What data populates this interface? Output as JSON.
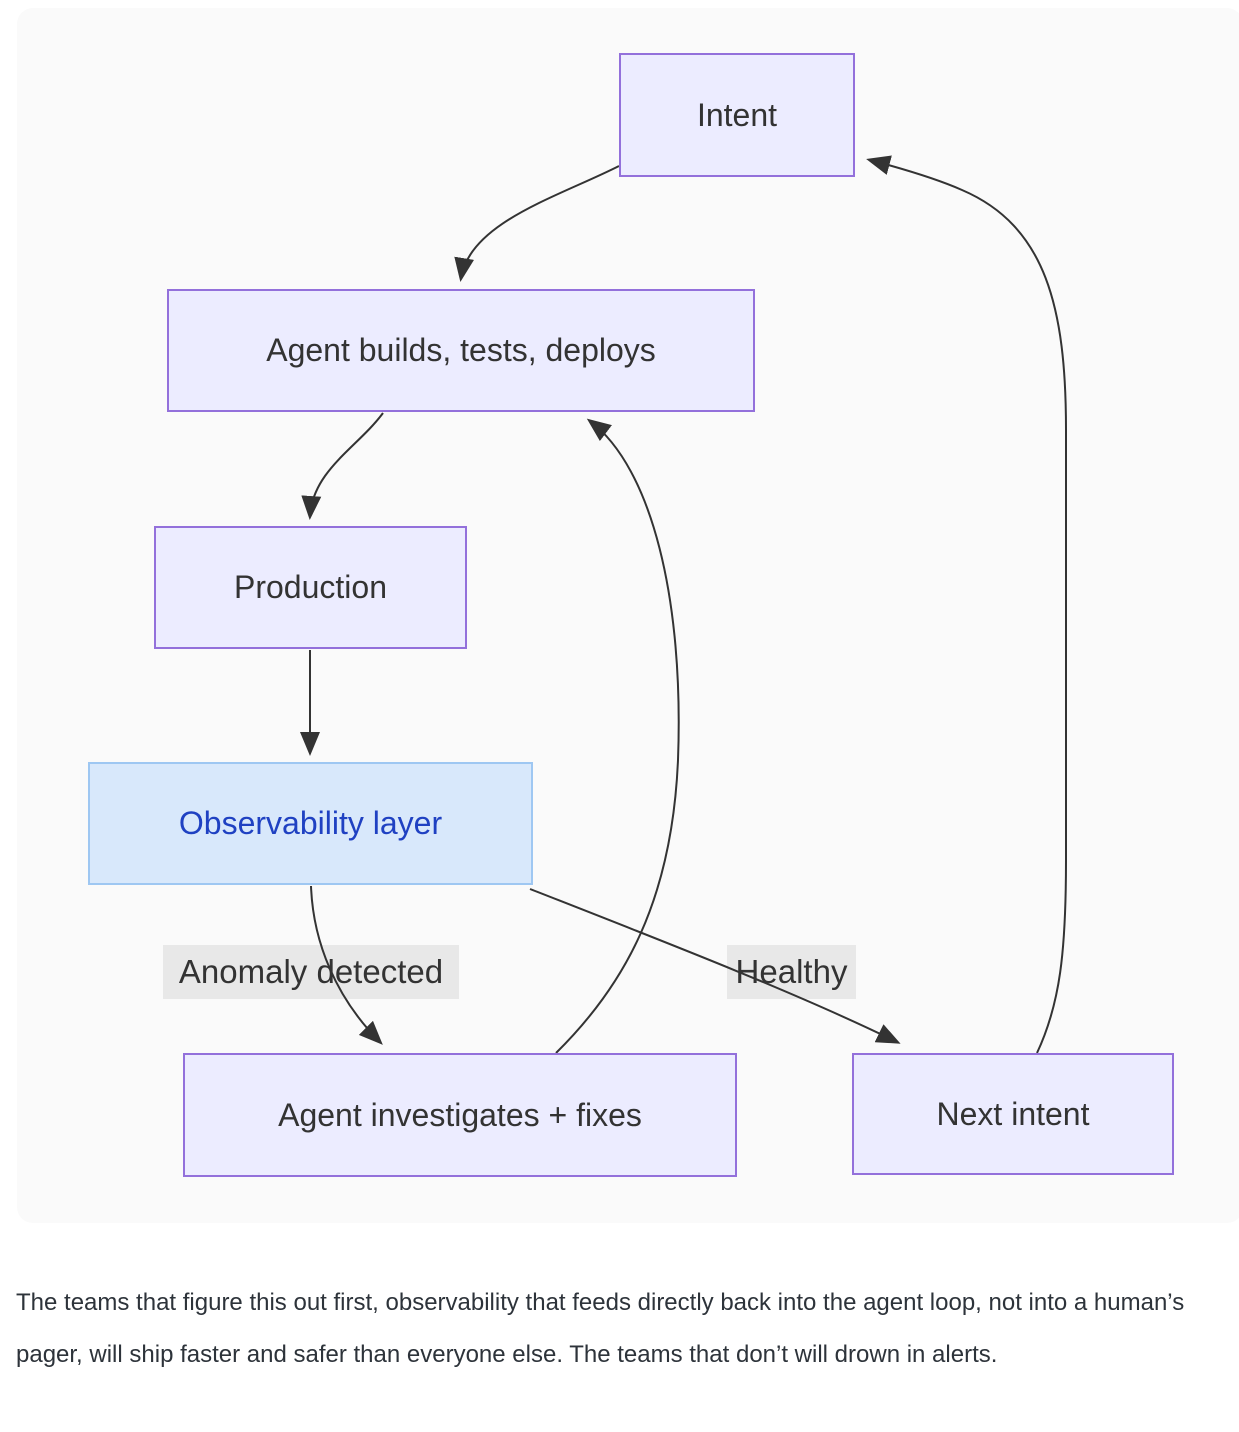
{
  "diagram": {
    "nodes": [
      {
        "id": "intent",
        "label": "Intent"
      },
      {
        "id": "agent-builds",
        "label": "Agent builds, tests, deploys"
      },
      {
        "id": "production",
        "label": "Production"
      },
      {
        "id": "observability",
        "label": "Observability layer",
        "highlight": true
      },
      {
        "id": "agent-investigates",
        "label": "Agent investigates + fixes"
      },
      {
        "id": "next-intent",
        "label": "Next intent"
      }
    ],
    "edges": [
      {
        "from": "intent",
        "to": "agent-builds",
        "label": ""
      },
      {
        "from": "agent-builds",
        "to": "production",
        "label": ""
      },
      {
        "from": "production",
        "to": "observability",
        "label": ""
      },
      {
        "from": "observability",
        "to": "agent-investigates",
        "label": "Anomaly detected"
      },
      {
        "from": "observability",
        "to": "next-intent",
        "label": "Healthy"
      },
      {
        "from": "agent-investigates",
        "to": "agent-builds",
        "label": ""
      },
      {
        "from": "next-intent",
        "to": "intent",
        "label": ""
      }
    ],
    "colors": {
      "node_fill": "#ececff",
      "node_border": "#9370db",
      "node_text": "#333333",
      "highlight_fill": "#d8e8fb",
      "highlight_border": "#9ec7f2",
      "highlight_text": "#1f41c2",
      "edge_stroke": "#333333",
      "edge_label_bg": "#e8e8e8",
      "canvas_bg": "#fafafa"
    }
  },
  "paragraph": "The teams that figure this out first, observability that feeds directly back into the agent loop, not into a human’s pager, will ship faster and safer than everyone else. The teams that don’t will drown in alerts."
}
